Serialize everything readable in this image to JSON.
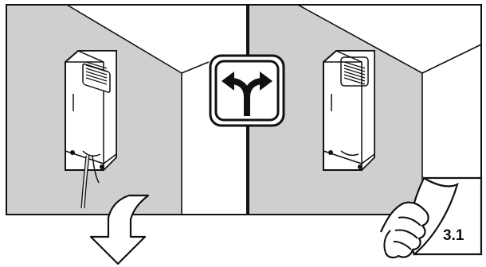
{
  "figure": {
    "panels": [
      {
        "id": "left",
        "description_icon": "wall-mounted-device-cable-from-below"
      },
      {
        "id": "right",
        "description_icon": "wall-mounted-device-no-external-cable"
      }
    ],
    "center_icon": "fork-arrows-icon",
    "down_arrow_icon": "down-arrow-icon",
    "page_reference": "3.1",
    "page_icon": "hand-turning-page-icon"
  },
  "colors": {
    "wall": "#cfcfcf",
    "line": "#111111",
    "background": "#ffffff",
    "device": "#ffffff"
  }
}
